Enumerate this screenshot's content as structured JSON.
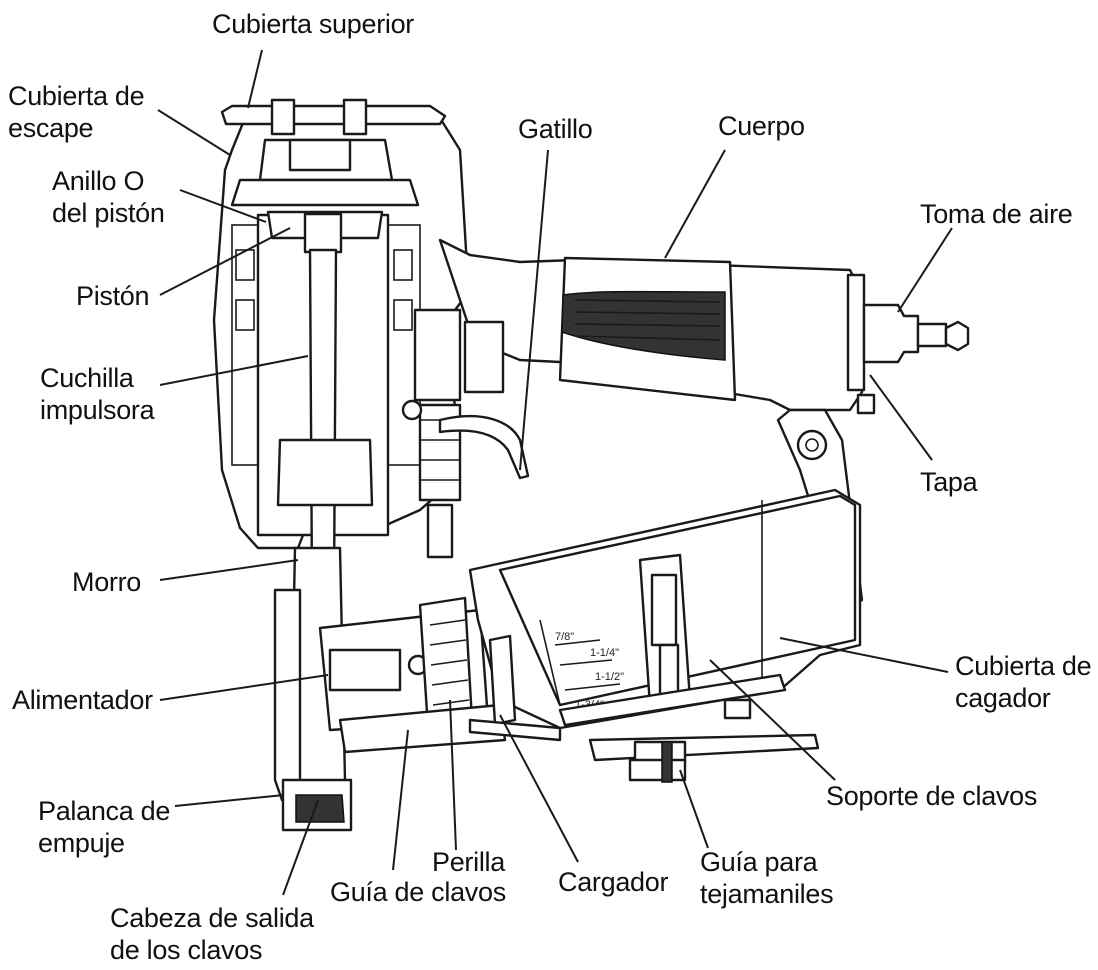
{
  "labels": {
    "top_cover": [
      "Cubierta superior"
    ],
    "exhaust_cover": [
      "Cubierta de",
      "escape"
    ],
    "piston_o_ring": [
      "Anillo O",
      "del pistón"
    ],
    "piston": [
      "Pistón"
    ],
    "driver_blade": [
      "Cuchilla",
      "impulsora"
    ],
    "nose": [
      "Morro"
    ],
    "feeder": [
      "Alimentador"
    ],
    "push_lever": [
      "Palanca de",
      "empuje"
    ],
    "nail_outlet": [
      "Cabeza de salida",
      "de los clavos"
    ],
    "trigger": [
      "Gatillo"
    ],
    "body": [
      "Cuerpo"
    ],
    "air_inlet": [
      "Toma de aire"
    ],
    "cap": [
      "Tapa"
    ],
    "magazine_cover": [
      "Cubierta de",
      "cagador"
    ],
    "nail_holder": [
      "Soporte de clavos"
    ],
    "knob": [
      "Perilla"
    ],
    "nail_guide": [
      "Guía de clavos"
    ],
    "magazine": [
      "Cargador"
    ],
    "shingle_guide": [
      "Guía para",
      "tejamaniles"
    ]
  },
  "scale_marks": [
    "7/8\"",
    "1-1/4\"",
    "1-1/2\"",
    "1-3/4\""
  ],
  "colors": {
    "line": "#1a1a1a",
    "grip": "#333333",
    "background": "#ffffff"
  }
}
